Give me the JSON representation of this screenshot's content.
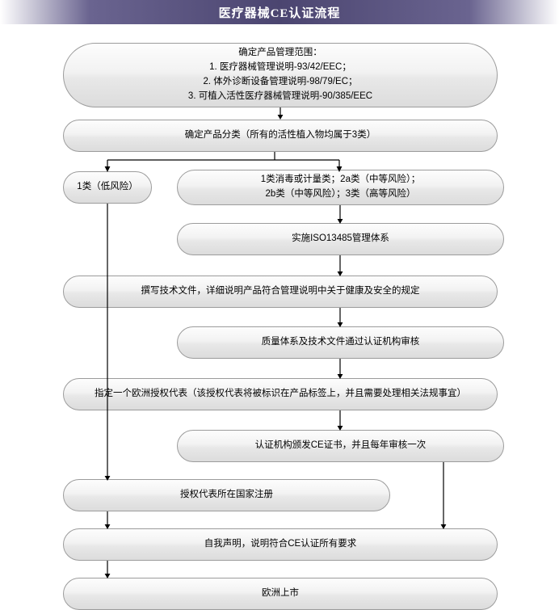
{
  "header": {
    "title": "医疗器械CE认证流程"
  },
  "nodes": [
    {
      "id": "scope",
      "lines": [
        "确定产品管理范围：",
        "1. 医疗器械管理说明-93/42/EEC；",
        "2. 体外诊断设备管理说明-98/79/EC；",
        "3. 可植入活性医疗器械管理说明-90/385/EEC"
      ]
    },
    {
      "id": "classify",
      "lines": [
        "确定产品分类（所有的活性植入物均属于3类）"
      ]
    },
    {
      "id": "class1",
      "lines": [
        "1类（低风险）"
      ]
    },
    {
      "id": "class-other",
      "lines": [
        "1类消毒或计量类；2a类（中等风险）；",
        "2b类（中等风险）；3类（高等风险）"
      ]
    },
    {
      "id": "iso13485",
      "lines": [
        "实施ISO13485管理体系"
      ]
    },
    {
      "id": "tech-file",
      "lines": [
        "撰写技术文件，详细说明产品符合管理说明中关于健康及安全的规定"
      ]
    },
    {
      "id": "audit",
      "lines": [
        "质量体系及技术文件通过认证机构审核"
      ]
    },
    {
      "id": "authorized-rep",
      "lines": [
        "指定一个欧洲授权代表（该授权代表将被标识在产品标签上，并且需要处理相关法规事宜）"
      ]
    },
    {
      "id": "certificate",
      "lines": [
        "认证机构颁发CE证书，并且每年审核一次"
      ]
    },
    {
      "id": "register",
      "lines": [
        "授权代表所在国家注册"
      ]
    },
    {
      "id": "declaration",
      "lines": [
        "自我声明，说明符合CE认证所有要求"
      ]
    },
    {
      "id": "market",
      "lines": [
        "欧洲上市"
      ]
    }
  ],
  "colors": {
    "title_bar_dark": "#4b4570",
    "title_text": "#ffffff",
    "node_border": "#9c9c9c",
    "connector": "#000000"
  }
}
